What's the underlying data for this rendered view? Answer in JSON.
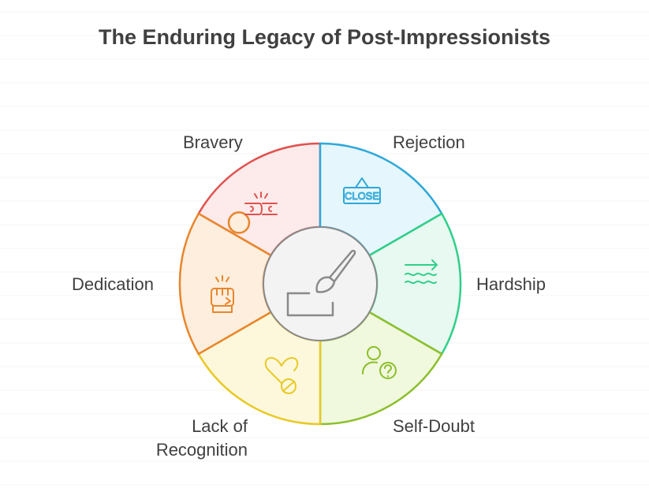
{
  "title": "The Enduring Legacy of Post-Impressionists",
  "segments": [
    {
      "label": "Bravery",
      "color": "#e0524f",
      "fill": "#fdeaea",
      "icon": "clashing-fists-icon"
    },
    {
      "label": "Rejection",
      "color": "#2ea8d8",
      "fill": "#e6f6fd",
      "icon": "close-sign-icon"
    },
    {
      "label": "Hardship",
      "color": "#2fcf8a",
      "fill": "#e7f9f0",
      "icon": "rough-waves-icon"
    },
    {
      "label": "Self-Doubt",
      "color": "#8cbf2b",
      "fill": "#f0f8dd",
      "icon": "person-question-icon"
    },
    {
      "label": "Lack of Recognition",
      "label_lines": [
        "Lack of",
        "Recognition"
      ],
      "color": "#e8c924",
      "fill": "#fdf8dc",
      "icon": "broken-heart-icon"
    },
    {
      "label": "Dedication",
      "color": "#e8862c",
      "fill": "#fdeedd",
      "icon": "determined-fist-icon"
    }
  ],
  "center": {
    "icon": "paintbrush-canvas-icon",
    "color": "#8a8a8a",
    "fill": "#f3f3f3"
  }
}
